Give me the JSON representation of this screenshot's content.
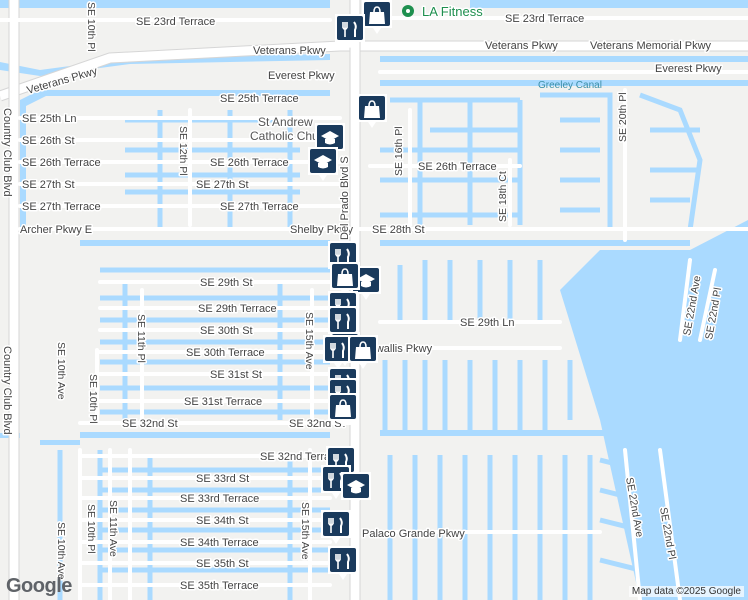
{
  "map": {
    "attribution": "Map data ©2025 Google",
    "logo": "Google",
    "poi": {
      "fitness": "LA Fitness",
      "church_line1": "St Andrew",
      "church_line2": "Catholic Church"
    },
    "water_label": "Greeley Canal",
    "streets": {
      "se23rd_terrace_a": "SE 23rd Terrace",
      "se23rd_terrace_b": "SE 23rd Terrace",
      "veterans_pkwy_a": "Veterans Pkwy",
      "veterans_pkwy_b": "Veterans Pkwy",
      "veterans_pkwy_c": "Veterans Pkwy",
      "veterans_memorial": "Veterans Memorial Pkwy",
      "everest_a": "Everest Pkwy",
      "everest_b": "Everest Pkwy",
      "se25th_terrace": "SE 25th Terrace",
      "se25th_ln": "SE 25th Ln",
      "se26th_st": "SE 26th St",
      "se26th_terrace_w": "SE 26th Terrace",
      "se26th_terrace_c": "SE 26th Terrace",
      "se26th_terrace_e": "SE 26th Terrace",
      "se27th_st_w": "SE 27th St",
      "se27th_st_c": "SE 27th St",
      "se27th_terrace_w": "SE 27th Terrace",
      "se27th_terrace_c": "SE 27th Terrace",
      "archer": "Archer Pkwy E",
      "shelby": "Shelby Pkwy",
      "se28th_st": "SE 28th St",
      "se29th_st": "SE 29th St",
      "se29th_terrace": "SE 29th Terrace",
      "se29th_ln": "SE 29th Ln",
      "se30th_st": "SE 30th St",
      "se30th_terrace": "SE 30th Terrace",
      "cornwallis": "Cornwallis Pkwy",
      "se31st_st": "SE 31st St",
      "se31st_terrace": "SE 31st Terrace",
      "se32nd_st_w": "SE 32nd St",
      "se32nd_st_c": "SE 32nd St",
      "se32nd_terrace": "SE 32nd Terrace",
      "se33rd_st": "SE 33rd St",
      "se33rd_terrace": "SE 33rd Terrace",
      "se34th_st": "SE 34th St",
      "se34th_terrace": "SE 34th Terrace",
      "se35th_st": "SE 35th St",
      "se35th_terrace": "SE 35th Terrace",
      "palaco": "Palaco Grande Pkwy",
      "country_club_a": "Country Club Blvd",
      "country_club_b": "Country Club Blvd",
      "se10th_pl": "SE 10th Pl",
      "se12th_pl": "SE 12th Pl",
      "del_prado": "Del Prado Blvd S",
      "se16th_pl": "SE 16th Pl",
      "se18th_ct": "SE 18th Ct",
      "se20th_pl": "SE 20th Pl",
      "se22nd_ave_a": "SE 22nd Ave",
      "se22nd_pl_a": "SE 22nd Pl",
      "se22nd_ave_b": "SE 22nd Ave",
      "se22nd_pl_b": "SE 22nd Pl",
      "se11th_pl": "SE 11th Pl",
      "se15th_ave_a": "SE 15th Ave",
      "se10th_ave_a": "SE 10th Ave",
      "se10th_pl_b": "SE 10th Pl",
      "se10th_ave_b": "SE 10th Ave",
      "se10th_pl_c": "SE 10th Pl",
      "se11th_ave": "SE 11th Ave",
      "se15th_ave_b": "SE 15th Ave"
    },
    "markers": [
      {
        "icon": "shopping-bag-icon"
      },
      {
        "icon": "restaurant-icon"
      },
      {
        "icon": "shopping-bag-icon"
      },
      {
        "icon": "school-icon"
      },
      {
        "icon": "school-icon"
      },
      {
        "icon": "restaurant-icon"
      },
      {
        "icon": "school-icon"
      },
      {
        "icon": "shopping-bag-icon"
      },
      {
        "icon": "restaurant-icon"
      },
      {
        "icon": "restaurant-icon"
      },
      {
        "icon": "shopping-bag-icon"
      },
      {
        "icon": "restaurant-icon"
      },
      {
        "icon": "shopping-bag-icon"
      },
      {
        "icon": "restaurant-icon"
      },
      {
        "icon": "restaurant-icon"
      },
      {
        "icon": "shopping-bag-icon"
      },
      {
        "icon": "restaurant-icon"
      },
      {
        "icon": "restaurant-icon"
      },
      {
        "icon": "school-icon"
      }
    ],
    "colors": {
      "water": "#aadaff",
      "land": "#f2f2f0",
      "road": "#ffffff",
      "marker": "#1a3a5c",
      "poi_green": "#1e8f4e"
    }
  }
}
